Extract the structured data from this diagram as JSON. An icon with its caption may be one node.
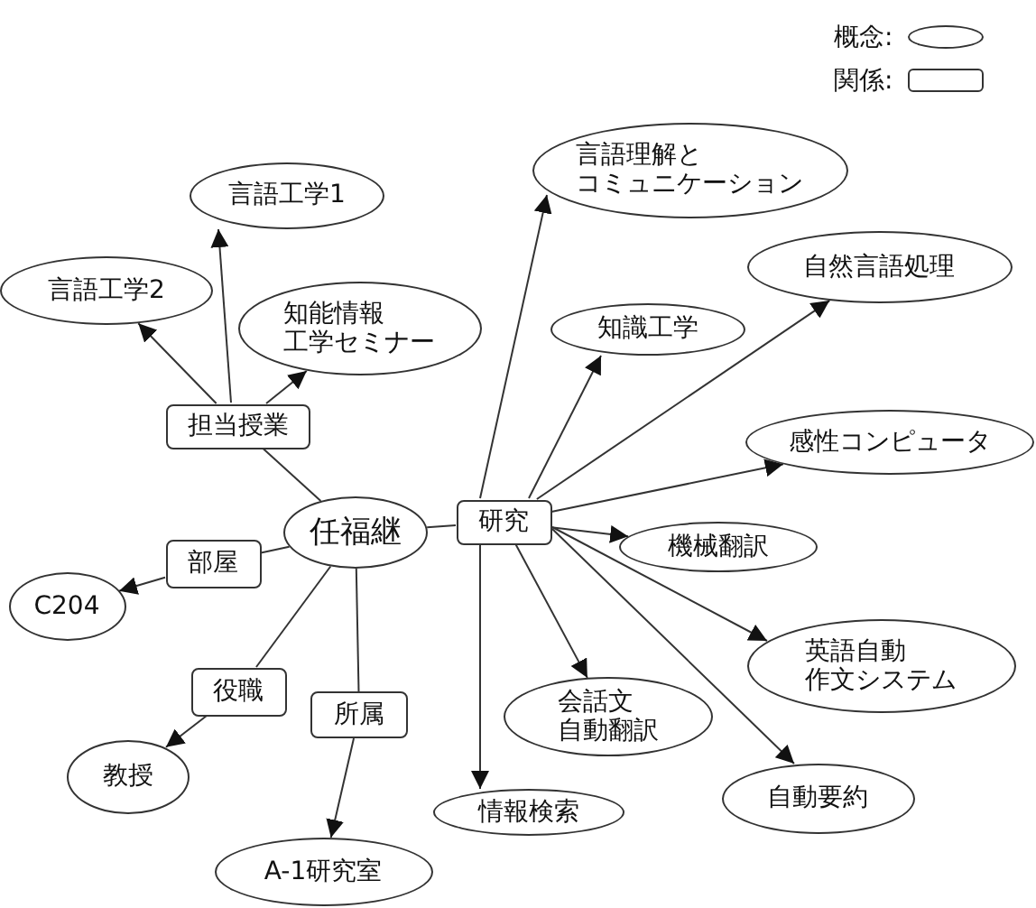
{
  "diagram": {
    "nodes": [
      {
        "text": [
          "任福継"
        ]
      },
      {
        "text": [
          "担当授業"
        ]
      },
      {
        "text": [
          "言語工学1"
        ]
      },
      {
        "text": [
          "言語工学2"
        ]
      },
      {
        "text": [
          "知能情報工学セミナー"
        ]
      },
      {
        "text": [
          "部屋"
        ]
      },
      {
        "text": [
          "C204"
        ]
      },
      {
        "text": [
          "役職"
        ]
      },
      {
        "text": [
          "教授"
        ]
      },
      {
        "text": [
          "所属"
        ]
      },
      {
        "text": [
          "A-1研究室"
        ]
      },
      {
        "text": [
          "研究"
        ]
      },
      {
        "text": [
          "言語理解とコミュニケーション"
        ]
      },
      {
        "text": [
          "知識工学"
        ]
      },
      {
        "text": [
          "自然言語処理"
        ]
      },
      {
        "text": [
          "感性コンピュータ"
        ]
      },
      {
        "text": [
          "機械翻訳"
        ]
      },
      {
        "text": [
          "英語自動作文システム"
        ]
      },
      {
        "text": [
          "会話文自動翻訳"
        ]
      },
      {
        "text": [
          "情報検索"
        ]
      },
      {
        "text": [
          "自動要約"
        ]
      }
    ],
    "edges": [
      {
        "from": 0,
        "to": 1,
        "arrow": "none"
      },
      {
        "from": 1,
        "to": 2,
        "arrow": "to"
      },
      {
        "from": 1,
        "to": 3,
        "arrow": "to"
      },
      {
        "from": 1,
        "to": 4,
        "arrow": "to"
      },
      {
        "from": 0,
        "to": 5,
        "arrow": "none"
      },
      {
        "from": 5,
        "to": 6,
        "arrow": "to"
      },
      {
        "from": 0,
        "to": 7,
        "arrow": "none"
      },
      {
        "from": 7,
        "to": 8,
        "arrow": "to"
      },
      {
        "from": 0,
        "to": 9,
        "arrow": "none"
      },
      {
        "from": 9,
        "to": 10,
        "arrow": "to"
      },
      {
        "from": 0,
        "to": 11,
        "arrow": "none"
      },
      {
        "from": 11,
        "to": 12,
        "arrow": "to"
      },
      {
        "from": 11,
        "to": 13,
        "arrow": "to"
      },
      {
        "from": 11,
        "to": 14,
        "arrow": "to"
      },
      {
        "from": 11,
        "to": 15,
        "arrow": "to"
      },
      {
        "from": 11,
        "to": 16,
        "arrow": "to"
      },
      {
        "from": 11,
        "to": 17,
        "arrow": "to"
      },
      {
        "from": 11,
        "to": 18,
        "arrow": "to"
      },
      {
        "from": 11,
        "to": 19,
        "arrow": "to"
      },
      {
        "from": 11,
        "to": 20,
        "arrow": "to"
      }
    ],
    "legend": [
      {
        "text": "概念:"
      },
      {
        "text": "関係:"
      }
    ]
  }
}
